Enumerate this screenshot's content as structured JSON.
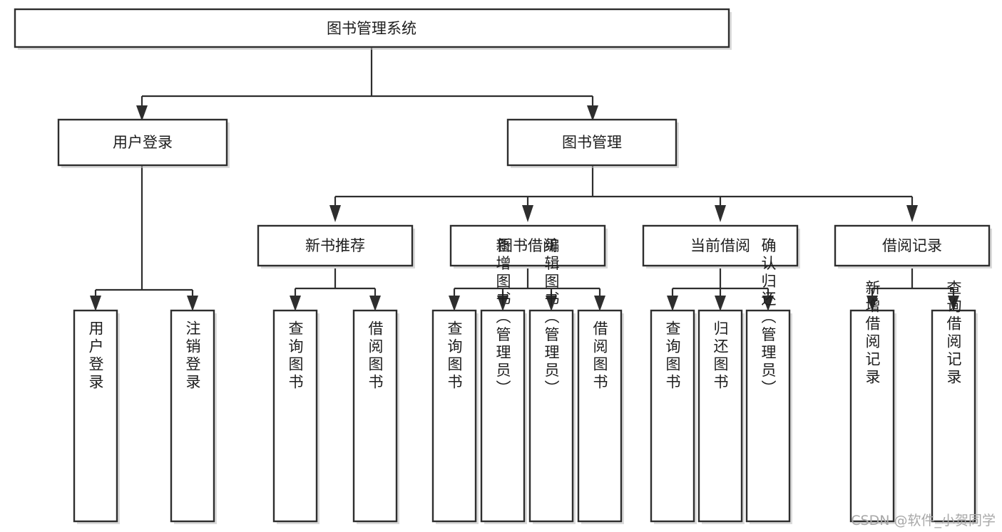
{
  "diagram": {
    "type": "tree",
    "title_node": "图书管理系统",
    "watermark": "CSDN @软件_小贺同学",
    "colors": {
      "stroke": "#2e2e2e",
      "fill": "#ffffff",
      "text": "#1d1d1d",
      "shadow": "#bdbdbd",
      "watermark": "#a8a8a8",
      "background": "#ffffff"
    },
    "levels": [
      {
        "level": 1,
        "orientation": "horizontal",
        "nodes": [
          {
            "id": "root",
            "label": "图书管理系统"
          }
        ]
      },
      {
        "level": 2,
        "orientation": "horizontal",
        "nodes": [
          {
            "id": "login",
            "label": "用户登录",
            "parent": "root"
          },
          {
            "id": "bookmgmt",
            "label": "图书管理",
            "parent": "root"
          }
        ]
      },
      {
        "level": 3,
        "orientation": "horizontal",
        "nodes": [
          {
            "id": "newbook",
            "label": "新书推荐",
            "parent": "bookmgmt"
          },
          {
            "id": "borrow",
            "label": "图书借阅",
            "parent": "bookmgmt"
          },
          {
            "id": "current",
            "label": "当前借阅",
            "parent": "bookmgmt"
          },
          {
            "id": "records",
            "label": "借阅记录",
            "parent": "bookmgmt"
          }
        ]
      },
      {
        "level": 4,
        "orientation": "vertical",
        "nodes": [
          {
            "id": "leaf1",
            "label": "用户登录",
            "parent": "login"
          },
          {
            "id": "leaf2",
            "label": "注销登录",
            "parent": "login"
          },
          {
            "id": "leaf3",
            "label": "查询图书",
            "parent": "newbook"
          },
          {
            "id": "leaf4",
            "label": "借阅图书",
            "parent": "newbook"
          },
          {
            "id": "leaf5",
            "label": "查询图书",
            "parent": "borrow"
          },
          {
            "id": "leaf6",
            "label": "新增图书（管理员）",
            "parent": "borrow"
          },
          {
            "id": "leaf7",
            "label": "编辑图书（管理员）",
            "parent": "borrow"
          },
          {
            "id": "leaf8",
            "label": "借阅图书",
            "parent": "borrow"
          },
          {
            "id": "leaf9",
            "label": "查询图书",
            "parent": "current"
          },
          {
            "id": "leaf10",
            "label": "归还图书",
            "parent": "current"
          },
          {
            "id": "leaf11",
            "label": "确认归还（管理员）",
            "parent": "current"
          },
          {
            "id": "leaf12",
            "label": "新增借阅记录",
            "parent": "records"
          },
          {
            "id": "leaf13",
            "label": "查询借阅记录",
            "parent": "records"
          }
        ]
      }
    ]
  }
}
